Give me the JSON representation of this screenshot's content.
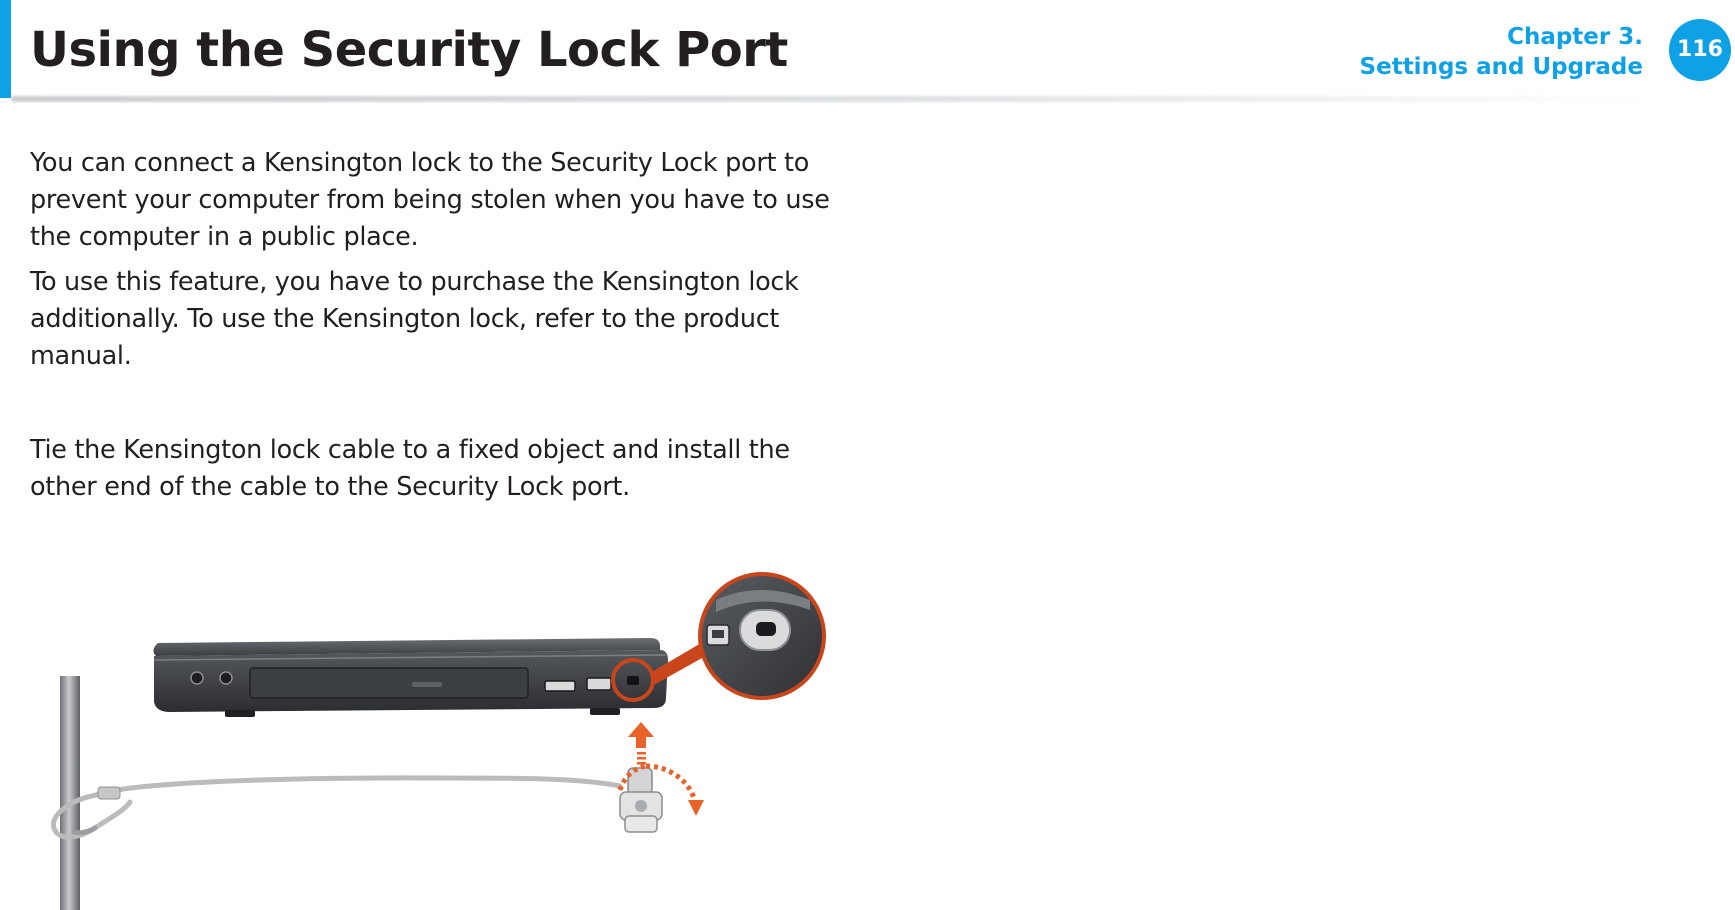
{
  "header": {
    "title": "Using the Security Lock Port",
    "chapter_line1": "Chapter 3.",
    "chapter_line2": "Settings and Upgrade",
    "page_number": "116",
    "accent_color": "#0ea1e6"
  },
  "content": {
    "paragraph1": "You can connect a Kensington lock to the Security Lock port to prevent your computer from being stolen when you have to use the computer in a public place.",
    "paragraph2": "To use this feature, you have to purchase the Kensington lock additionally. To use the Kensington lock, refer to the product manual.",
    "paragraph3": "Tie the Kensington lock cable to a fixed object and install the other end of the cable to the Security Lock port."
  },
  "illustration": {
    "subject": "laptop side view with Kensington lock cable attached to security lock port",
    "highlight_color": "#c9461b",
    "arrow_color": "#e8622a"
  }
}
